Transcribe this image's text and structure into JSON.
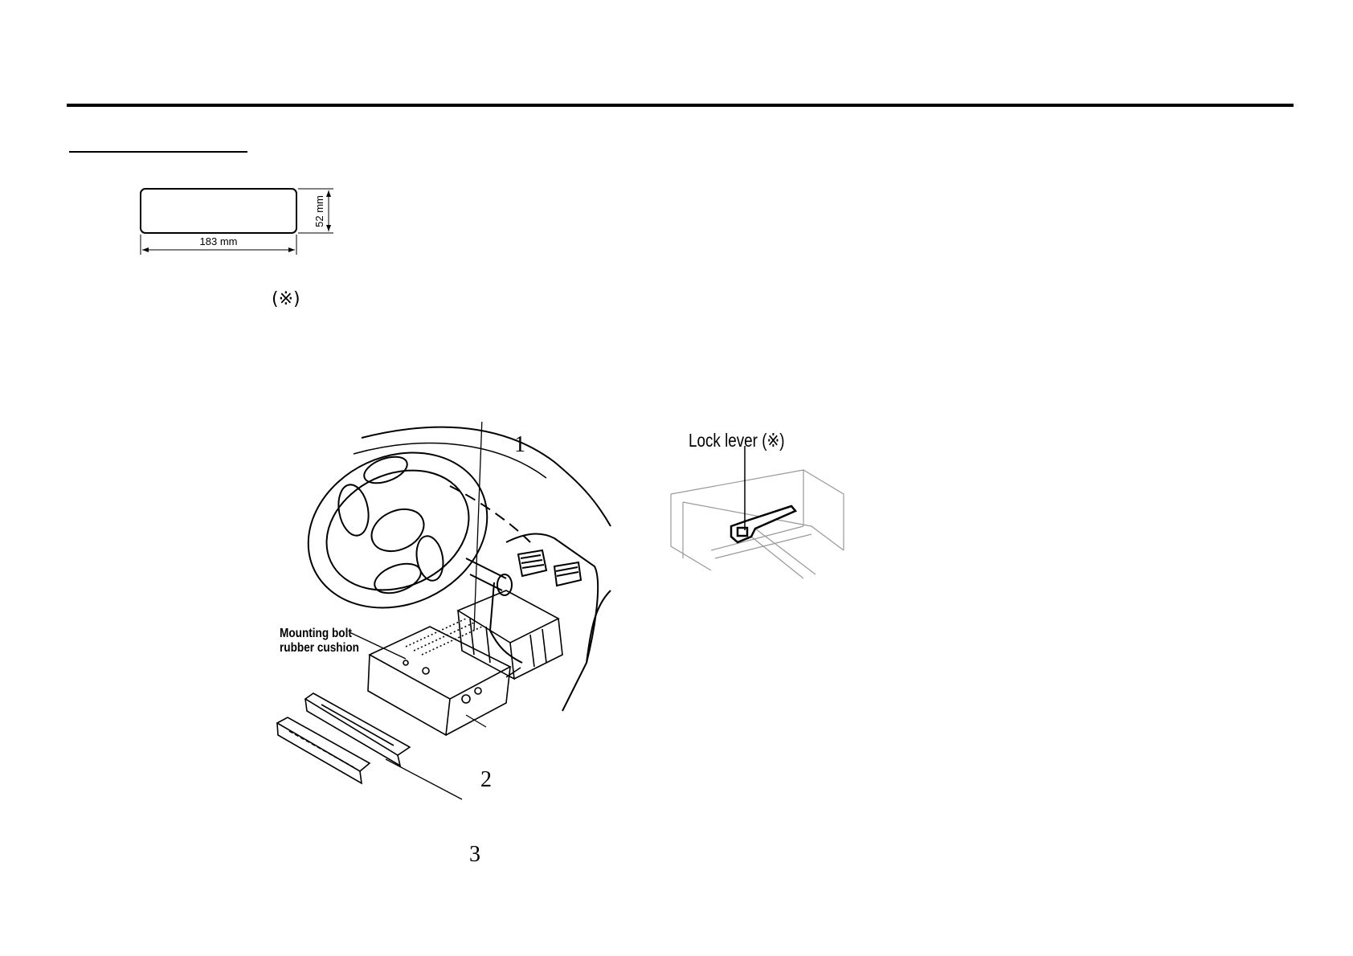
{
  "opening": {
    "width_label": "183 mm",
    "height_label": "52 mm"
  },
  "note_mark": "(※)",
  "installation": {
    "callouts": [
      "1",
      "2",
      "3"
    ],
    "mounting_label_line1": "Mounting bolt",
    "mounting_label_line2": "rubber cushion"
  },
  "lock_lever": {
    "label": "Lock lever (※)"
  }
}
